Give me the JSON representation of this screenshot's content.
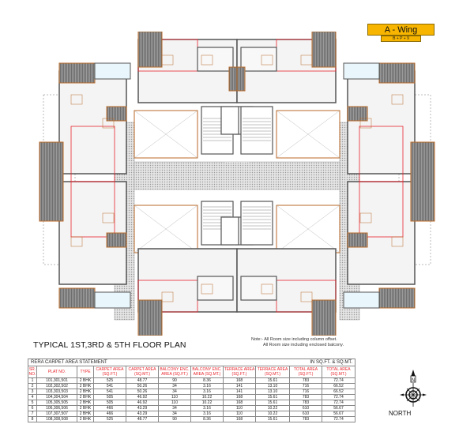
{
  "wing": {
    "title": "A - Wing",
    "subtitle": "B + P + 9"
  },
  "plan_title": "TYPICAL 1ST,3RD & 5TH FLOOR PLAN",
  "note": {
    "line1": "Note:- All Room size including column offset.",
    "line2": "All Room size including enclosed balcony."
  },
  "table": {
    "caption": "RERA CARPET AREA  STATEMENT",
    "units": "IN SQ.FT. & SQ.MT.",
    "headers": [
      "SR. NO.",
      "PLAT NO.",
      "TYPE",
      "CARPET AREA (SQ.FT.)",
      "CARPET AREA (SQ.MT.)",
      "BALCONY ENC. AREA (SQ.FT.)",
      "BALCONY ENC. AREA (SQ.MT.)",
      "TERRACE AREA (SQ.FT.)",
      "TERRACE AREA (SQ.MT.)",
      "TOTAL AREA (SQ.FT.)",
      "TOTAL AREA (SQ.MT.)"
    ],
    "rows": [
      [
        "1",
        "101,301,501",
        "2 BHK",
        "525",
        "48.77",
        "90",
        "8.36",
        "168",
        "15.61",
        "783",
        "72.74"
      ],
      [
        "2",
        "102,302,502",
        "2 BHK",
        "541",
        "50.26",
        "34",
        "3.16",
        "141",
        "13.10",
        "716",
        "66.52"
      ],
      [
        "3",
        "103,303,503",
        "2 BHK",
        "541",
        "50.26",
        "34",
        "3.16",
        "141",
        "13.10",
        "716",
        "66.52"
      ],
      [
        "4",
        "104,304,504",
        "2 BHK",
        "505",
        "46.92",
        "110",
        "10.22",
        "168",
        "15.61",
        "783",
        "72.74"
      ],
      [
        "5",
        "105,305,505",
        "2 BHK",
        "505",
        "46.92",
        "110",
        "10.22",
        "168",
        "15.61",
        "783",
        "72.74"
      ],
      [
        "6",
        "106,306,506",
        "2 BHK",
        "466",
        "43.29",
        "34",
        "3.16",
        "110",
        "10.22",
        "610",
        "56.67"
      ],
      [
        "7",
        "107,307,507",
        "2 BHK",
        "466",
        "43.29",
        "34",
        "3.16",
        "110",
        "10.22",
        "610",
        "56.67"
      ],
      [
        "8",
        "108,308,508",
        "2 BHK",
        "525",
        "48.77",
        "90",
        "8.36",
        "168",
        "15.61",
        "783",
        "72.74"
      ]
    ]
  },
  "compass": {
    "label": "NORTH",
    "letter": "N"
  },
  "colors": {
    "wing_box": "#f7b500",
    "header_text": "#e8242b",
    "flat_outline": "#e8242b",
    "wall": "#555555",
    "corridor": "#cfcfcf",
    "balcony": "#8c8c8c",
    "wood": "#b86a2a"
  }
}
